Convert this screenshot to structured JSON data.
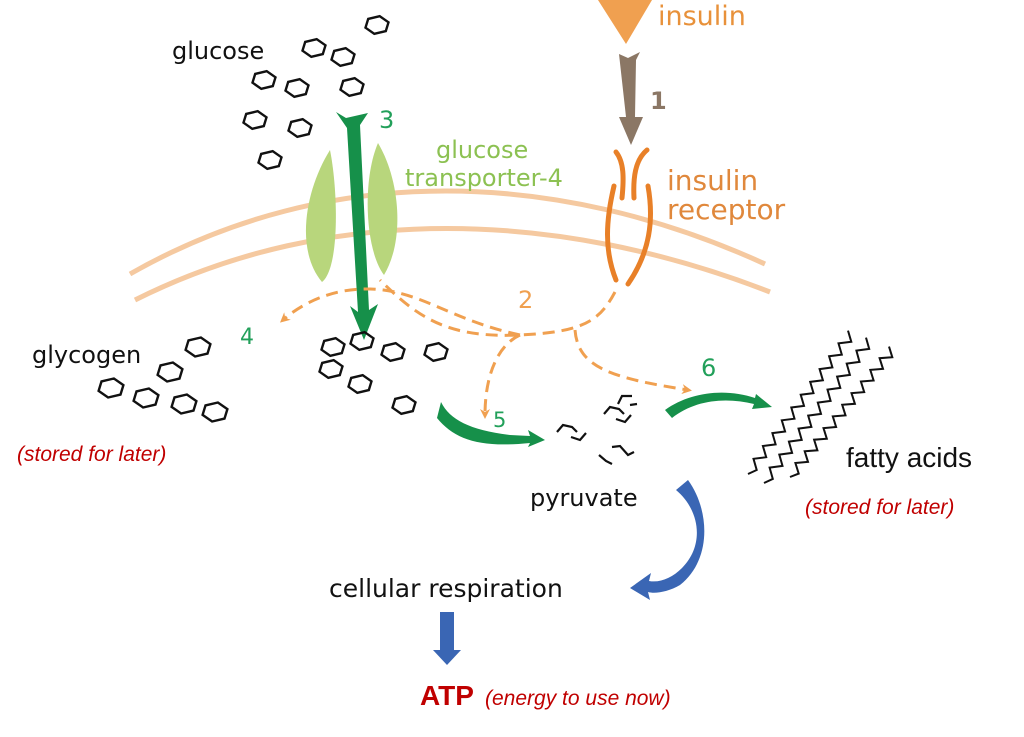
{
  "title": "Insulin signaling and glucose metabolism",
  "colors": {
    "insulin": "#f0a050",
    "insulin_text": "#e8913a",
    "receptor": "#e88028",
    "receptor_text": "#e0883c",
    "membrane": "#f5c9a0",
    "transporter": "#b8d67c",
    "transporter_text": "#8cc152",
    "green_arrow": "#16904a",
    "step_green": "#22a05a",
    "brown_arrow": "#8b7765",
    "signal": "#f0a050",
    "blue_arrow": "#3a66b4",
    "red_text": "#c00000",
    "black": "#111111"
  },
  "labels": {
    "glucose": "glucose",
    "insulin": "insulin",
    "glucose_transporter_line1": "glucose",
    "glucose_transporter_line2": "transporter-4",
    "insulin_receptor_line1": "insulin",
    "insulin_receptor_line2": "receptor",
    "glycogen": "glycogen",
    "glycogen_note": "(stored for later)",
    "pyruvate": "pyruvate",
    "fatty_acids": "fatty acids",
    "fatty_acids_note": "(stored for later)",
    "cellular_respiration": "cellular respiration",
    "atp": "ATP",
    "atp_note": "(energy to use now)"
  },
  "steps": {
    "s1": "1",
    "s2": "2",
    "s3": "3",
    "s4": "4",
    "s5": "5",
    "s6": "6"
  }
}
